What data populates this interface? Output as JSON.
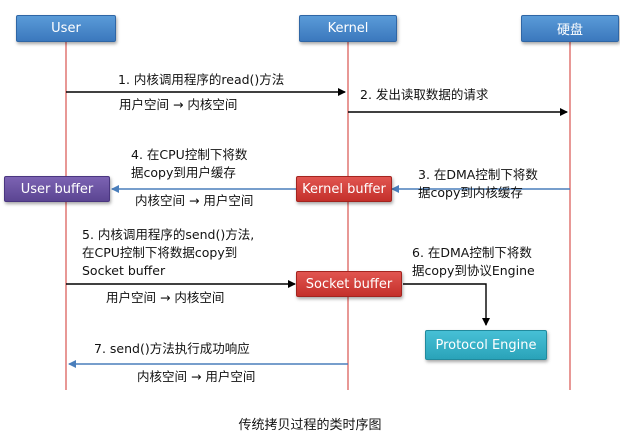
{
  "participants": {
    "user": "User",
    "kernel": "Kernel",
    "disk": "硬盘"
  },
  "boxes": {
    "user_buffer": "User buffer",
    "kernel_buffer": "Kernel buffer",
    "socket_buffer": "Socket buffer",
    "protocol_engine": "Protocol Engine"
  },
  "messages": {
    "m1": "1. 内核调用程序的read()方法",
    "m1_sub": "用户空间 → 内核空间",
    "m2": "2. 发出读取数据的请求",
    "m3_line1": "3. 在DMA控制下将数",
    "m3_line2": "据copy到内核缓存",
    "m4_line1": "4. 在CPU控制下将数",
    "m4_line2": "据copy到用户缓存",
    "m4_sub": "内核空间 → 用户空间",
    "m5_line1": "5. 内核调用程序的send()方法,",
    "m5_line2": "在CPU控制下将数据copy到",
    "m5_line3": "Socket buffer",
    "m5_sub": "用户空间 → 内核空间",
    "m6_line1": "6. 在DMA控制下将数",
    "m6_line2": "据copy到协议Engine",
    "m7": "7. send()方法执行成功响应",
    "m7_sub": "内核空间 → 用户空间"
  },
  "caption": "传统拷贝过程的类时序图",
  "colors": {
    "lifeline": "#d9534f",
    "arrow_black": "#000000",
    "arrow_blue": "#4a7ebb",
    "participant": "#4a89d0",
    "kernel_buffer": "#d33a35",
    "user_buffer": "#6a52a3",
    "protocol_engine": "#39b3c9"
  }
}
